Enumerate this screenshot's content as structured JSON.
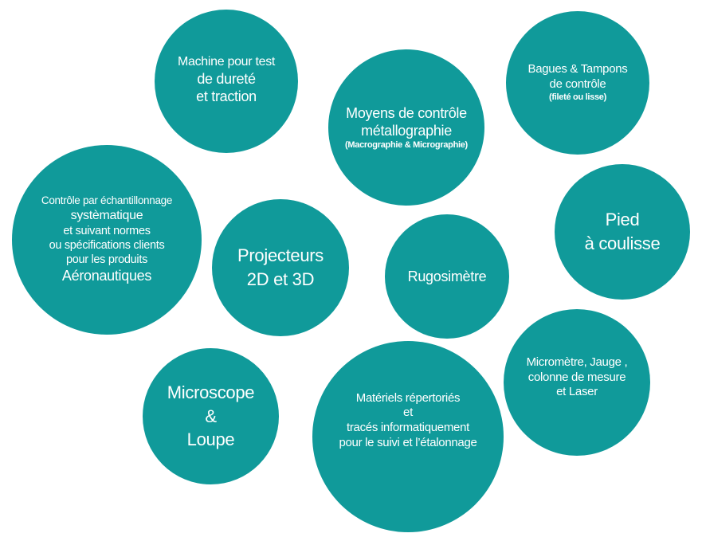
{
  "colors": {
    "circle": "#109a9a",
    "text": "#ffffff",
    "background": "#ffffff"
  },
  "bubbles": {
    "hardness": {
      "lines": [
        "Machine pour test",
        "de dureté",
        "et traction"
      ]
    },
    "metallography": {
      "lines": [
        "Moyens de contrôle",
        "métallographie",
        "(Macrographie & Micrographie)"
      ]
    },
    "rings": {
      "lines": [
        "Bagues & Tampons",
        "de contrôle",
        "(fileté ou lisse)"
      ]
    },
    "sampling": {
      "lines": [
        "Contrôle par échantillonnage",
        "systèmatique",
        "et suivant normes",
        "ou spécifications clients",
        "pour les produits",
        "Aéronautiques"
      ]
    },
    "projectors": {
      "lines": [
        "Projecteurs",
        "2D et 3D"
      ]
    },
    "roughness": {
      "lines": [
        "Rugosimètre"
      ]
    },
    "caliper": {
      "lines": [
        "Pied",
        "à coulisse"
      ]
    },
    "micrometer": {
      "lines": [
        "Micromètre, Jauge ,",
        "colonne de mesure",
        "et Laser"
      ]
    },
    "microscope": {
      "lines": [
        "Microscope",
        "&",
        "Loupe"
      ]
    },
    "materials": {
      "lines": [
        "Matériels répertoriés",
        "et",
        "tracés informatiquement",
        "pour le suivi et l’étalonnage"
      ]
    }
  }
}
